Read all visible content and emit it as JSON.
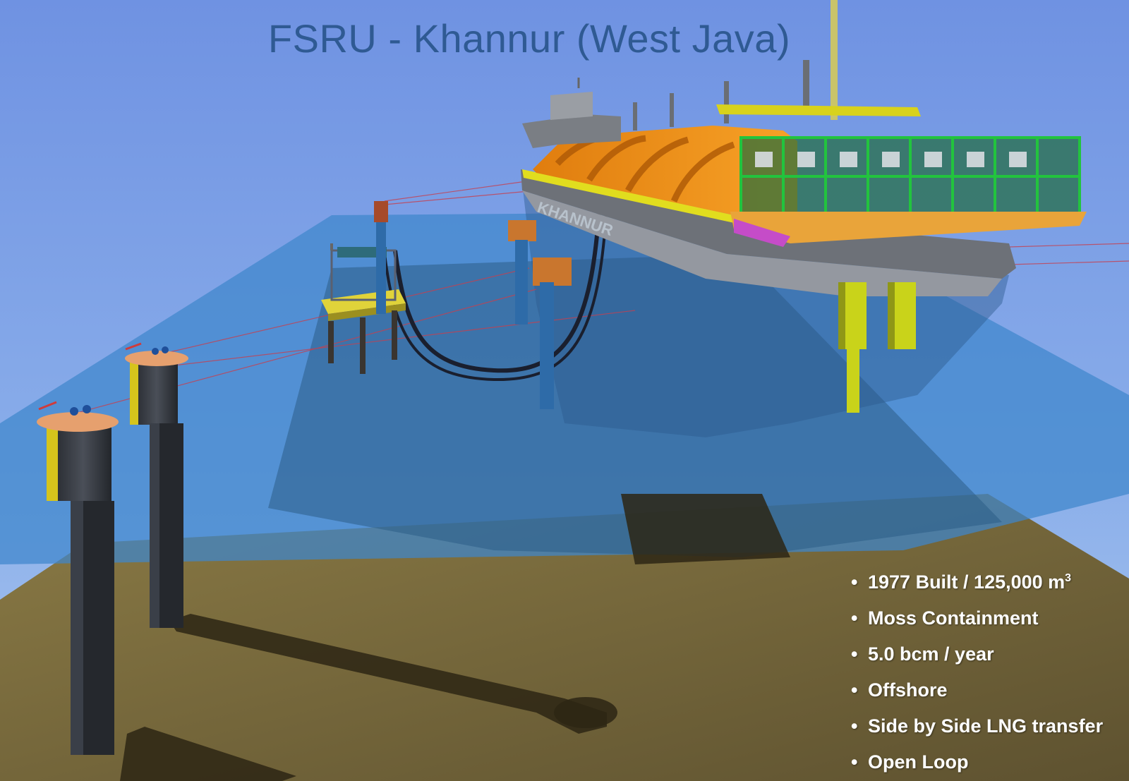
{
  "title": "FSRU - Khannur (West Java)",
  "hull_name": "KHANNUR",
  "facts": [
    {
      "text": "1977 Built / 125,000 m",
      "sup": "3"
    },
    {
      "text": "Moss Containment",
      "sup": ""
    },
    {
      "text": "5.0 bcm / year",
      "sup": ""
    },
    {
      "text": "Offshore",
      "sup": ""
    },
    {
      "text": "Side by Side LNG transfer",
      "sup": ""
    },
    {
      "text": "Open Loop",
      "sup": ""
    }
  ],
  "colors": {
    "sky": "#7a9ee6",
    "water": "#2f6aa6",
    "seabed": "#7a6a3a",
    "hull_orange": "#f39417",
    "module_green": "#1fb33b",
    "column_yellow": "#c9d31a",
    "deck_gray": "#8c8c8c"
  }
}
